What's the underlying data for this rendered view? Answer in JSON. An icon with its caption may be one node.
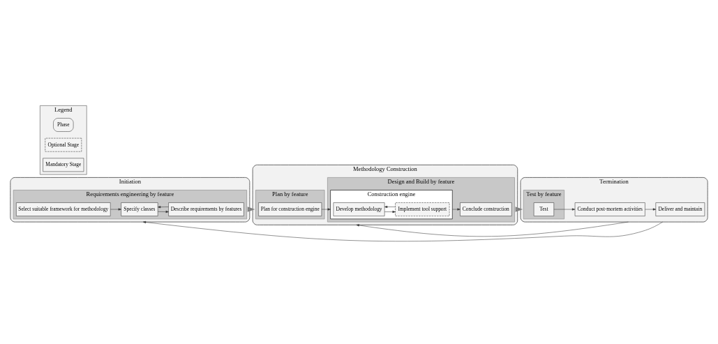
{
  "diagram": {
    "nodes": [
      {
        "text": [
          "Initiation"
        ]
      },
      {
        "text": [
          "Requirements engineering by feature"
        ],
        "in": 0
      },
      {
        "text": [
          "Select suitable framework for methodology"
        ],
        "in": 1
      },
      {
        "text": [
          "Specify classes"
        ],
        "in": 1
      },
      {
        "text": [
          "Describe requirements by features"
        ],
        "in": 1
      },
      {
        "text": [
          "Methodology Construction"
        ]
      },
      {
        "text": [
          "Plan by feature"
        ],
        "in": 5
      },
      {
        "text": [
          "Plan for construction engine"
        ],
        "in": 6
      },
      {
        "text": [
          "Design and Build by feature"
        ],
        "in": 5
      },
      {
        "text": [
          "Construction engine"
        ],
        "in": 8
      },
      {
        "text": [
          "Develop methodology"
        ],
        "in": 9
      },
      {
        "text": [
          "Implement tool support"
        ],
        "in": 9
      },
      {
        "text": [
          "Conclude construction"
        ],
        "in": 8
      },
      {
        "text": [
          "Termination"
        ]
      },
      {
        "text": [
          "Test by feature"
        ],
        "in": 13
      },
      {
        "text": [
          "Test"
        ],
        "in": 14
      },
      {
        "text": [
          "Conduct post-mortem activities"
        ],
        "in": 13
      },
      {
        "text": [
          "Deliver and maintain"
        ],
        "in": 13
      },
      {
        "text": [
          "Legend"
        ]
      },
      {
        "text": [
          "Phase"
        ],
        "in": 18
      },
      {
        "text": [
          "Optional Stage"
        ],
        "in": 18
      },
      {
        "text": [
          "Mandatory Stage"
        ],
        "in": 18
      }
    ],
    "edges": [
      {
        "from": 2,
        "to": 3,
        "arrow": "to"
      },
      {
        "from": 3,
        "to": 4,
        "arrow": "to"
      },
      {
        "from": 4,
        "to": 3,
        "arrow": "to"
      },
      {
        "from": 0,
        "to": 5,
        "arrow": "to",
        "style": "thick"
      },
      {
        "from": 7,
        "to": 9,
        "arrow": "to"
      },
      {
        "from": 10,
        "to": 11,
        "arrow": "to"
      },
      {
        "from": 11,
        "to": 10,
        "arrow": "to"
      },
      {
        "from": 9,
        "to": 12,
        "arrow": "to"
      },
      {
        "from": 5,
        "to": 13,
        "arrow": "to",
        "style": "thick"
      },
      {
        "from": 15,
        "to": 16,
        "arrow": "to"
      },
      {
        "from": 16,
        "to": 17,
        "arrow": "to"
      },
      {
        "from": 13,
        "to": 0,
        "arrow": "to"
      },
      {
        "from": 13,
        "to": 5,
        "arrow": "to"
      }
    ]
  }
}
